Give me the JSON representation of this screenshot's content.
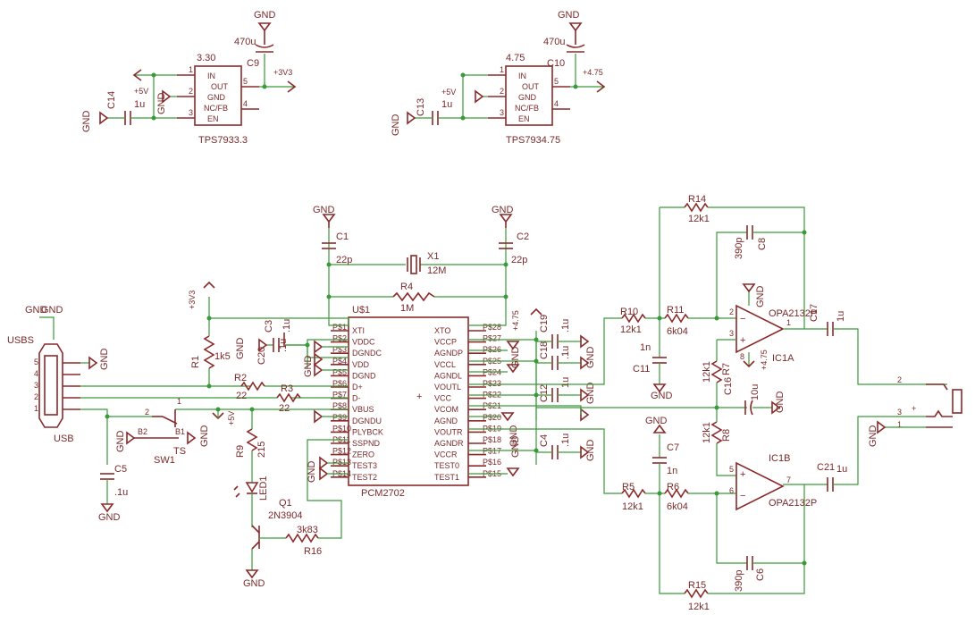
{
  "labels": {
    "gnd": "GND",
    "v5": "+5V",
    "v33": "+3V3",
    "v475": "+4.75",
    "reg1_val": "3.30",
    "reg1_name": "TPS7933.3",
    "reg2_val": "4.75",
    "reg2_name": "TPS7934.75",
    "c9": "C9",
    "c9v": "470u",
    "c10": "C10",
    "c10v": "470u",
    "c14": "C14",
    "c14v": "1u",
    "c13": "C13",
    "c13v": "1u",
    "reg_pins": [
      "IN",
      "OUT",
      "GND",
      "NC/FB",
      "EN"
    ],
    "u1": "U$1",
    "u1_name": "PCM2702",
    "u1_left": [
      "XTI",
      "VDDC",
      "DGNDC",
      "VDD",
      "DGND",
      "D+",
      "D-",
      "VBUS",
      "DGNDU",
      "PLYBCK",
      "SSPND",
      "ZERO",
      "TEST3",
      "TEST2"
    ],
    "u1_right": [
      "XTO",
      "VCCP",
      "AGNDP",
      "VCCL",
      "AGNDL",
      "VOUTL",
      "VCC",
      "VCOM",
      "AGND",
      "VOUTR",
      "AGNDR",
      "VCCR",
      "TEST0",
      "TEST1"
    ],
    "u1_lpins": [
      "P$1",
      "P$2",
      "P$3",
      "P$4",
      "P$5",
      "P$6",
      "P$7",
      "P$8",
      "P$9",
      "P$10",
      "P$11",
      "P$12",
      "P$13",
      "P$14"
    ],
    "u1_rpins": [
      "P$28",
      "P$27",
      "P$26",
      "P$25",
      "P$24",
      "P$23",
      "P$22",
      "P$21",
      "P$20",
      "P$19",
      "P$18",
      "P$17",
      "P$16",
      "P$15"
    ],
    "x1": "X1",
    "x1v": "12M",
    "c1": "C1",
    "c1v": "22p",
    "c2": "C2",
    "c2v": "22p",
    "r4": "R4",
    "r4v": "1M",
    "usbs": "USBS",
    "usb": "USB",
    "usb_pins": [
      "5",
      "4",
      "3",
      "2",
      "1"
    ],
    "r1": "R1",
    "r1v": "1k5",
    "r2": "R2",
    "r2v": "22",
    "r3": "R3",
    "r3v": "22",
    "c20": "C20",
    "c3": "C3",
    "c2x": ".1u",
    "c3x": ".1u",
    "sw1": "SW1",
    "ts": "TS",
    "b1": "B1",
    "b2": "B2",
    "c5": "C5",
    "c5v": ".1u",
    "r9": "R9",
    "r9v": "215",
    "led1": "LED1",
    "q1": "Q1",
    "q1v": "2N3904",
    "r16": "R16",
    "r16v": "3k83",
    "c18": "C18",
    "c19": "C19",
    "c18v": ".1u",
    "c19v": ".1u",
    "c12": "C12",
    "c12v": "1u",
    "c4": "C4",
    "c4v": ".1u",
    "r10": "R10",
    "r10v": "12k1",
    "r11": "R11",
    "r11v": "6k04",
    "c11": "C11",
    "c11v": "1n",
    "r14": "R14",
    "r14v": "12k1",
    "c8": "C8",
    "c8v": "390p",
    "ic1a": "IC1A",
    "ic1b": "IC1B",
    "opa": "OPA2132P",
    "c17": "C17",
    "c17v": "1u",
    "r7": "R7",
    "r7v": "12k1",
    "r8": "R8",
    "r8v": "12k1",
    "c16": "C16",
    "c16v": "10u",
    "c7": "C7",
    "c7v": "1n",
    "r5": "R5",
    "r5v": "12k1",
    "r6": "R6",
    "r6v": "6k04",
    "c6": "C6",
    "c6v": "390p",
    "r15": "R15",
    "r15v": "12k1",
    "c21": "C21",
    "c21v": "1u",
    "jack_pins": [
      "2",
      "3",
      "1"
    ]
  }
}
